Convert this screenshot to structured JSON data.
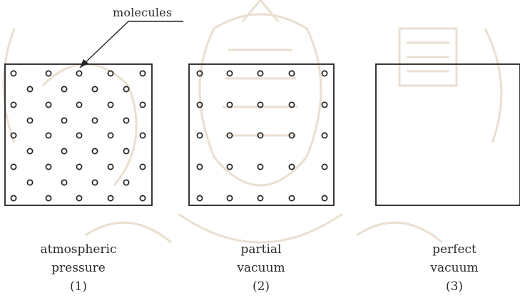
{
  "pointer_label": "molecules",
  "panels": [
    {
      "id": "atmospheric",
      "line1": "atmospheric",
      "line2": "pressure",
      "number": "(1)",
      "pattern": "dense"
    },
    {
      "id": "partial",
      "line1": "partial",
      "line2": "vacuum",
      "number": "(2)",
      "pattern": "grid"
    },
    {
      "id": "perfect",
      "line1": "perfect",
      "line2": "vacuum",
      "number": "(3)",
      "pattern": "empty"
    }
  ],
  "colors": {
    "ink": "#222222",
    "watermark": "#e9dfd2"
  }
}
